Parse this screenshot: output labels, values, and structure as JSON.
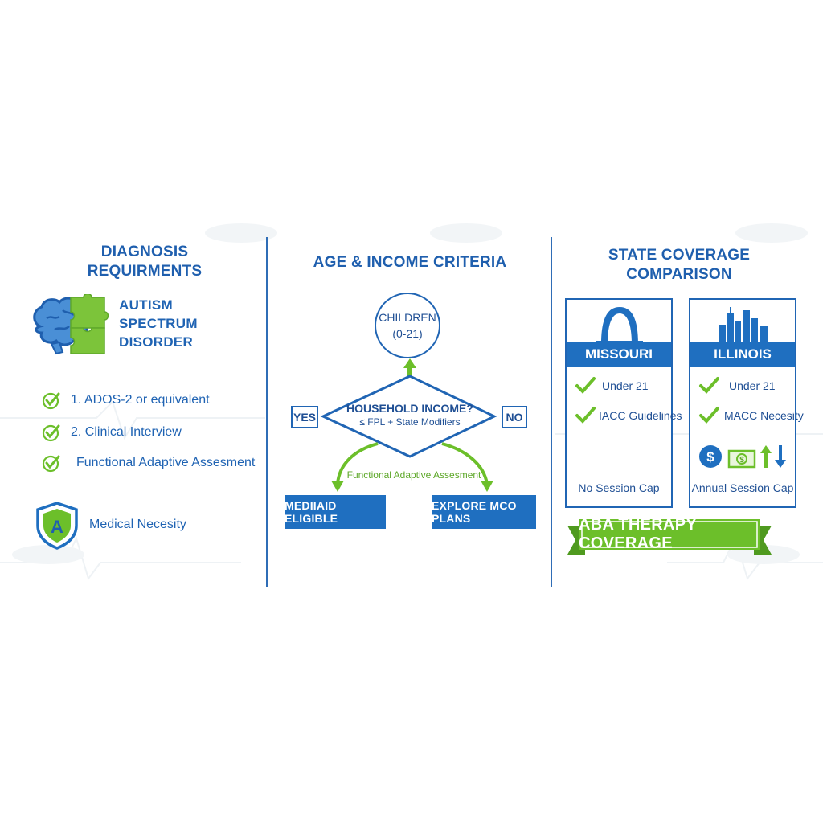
{
  "colors": {
    "primary_blue": "#1f6fc0",
    "accent_green": "#6cbf2a",
    "text_blue": "#1f5fae"
  },
  "diagnosis": {
    "heading_line1": "DIAGNOSIS",
    "heading_line2": "REQUIRMENTS",
    "condition_line1": "AUTISM",
    "condition_line2": "SPECTRUM",
    "condition_line3": "DISORDER",
    "items": [
      {
        "label": "1. ADOS-2 or equivalent",
        "icon": "check-circle-icon"
      },
      {
        "label": "2. Clinical Interview",
        "icon": "check-circle-icon"
      },
      {
        "label": "Functional Adaptive Assesment",
        "icon": "check-circle-icon"
      }
    ],
    "shield_letter": "A",
    "shield_label": "Medical Necesity"
  },
  "criteria": {
    "heading": "AGE & INCOME CRITERIA",
    "age_line1": "CHILDREN",
    "age_line2": "(0-21)",
    "decision_line1": "HOUSEHOLD INCOME?",
    "decision_line2": "≤ FPL + State Modifiers",
    "yes_label": "YES",
    "no_label": "NO",
    "arc_label": "Functional Adaptive Assesment",
    "outcome_left": "MEDIIAID ELIGIBLE",
    "outcome_right": "EXPLORE MCO PLANS"
  },
  "states": {
    "heading_line1": "STATE COVERAGE",
    "heading_line2": "COMPARISON",
    "missouri": {
      "name": "MISSOURI",
      "items": [
        "Under 21",
        "IACC Guidelines"
      ],
      "footer": "No Session Cap",
      "icon": "arch-icon"
    },
    "illinois": {
      "name": "ILLINOIS",
      "items": [
        "Under 21",
        "MACC Necesity"
      ],
      "footer": "Annual Session Cap",
      "icon": "skyline-icon"
    },
    "ribbon": "ABA THERAPY COVERAGE"
  }
}
